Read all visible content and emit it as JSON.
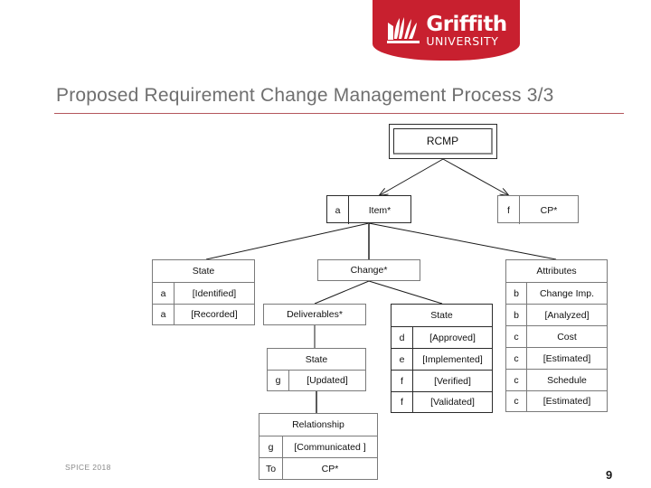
{
  "header": {
    "logo": {
      "name": "Griffith",
      "subtitle": "UNIVERSITY",
      "color": "#C8202F",
      "icon": "griffith-book-flame-logo"
    }
  },
  "title": {
    "text": "Proposed Requirement Change Management Process 3/3",
    "color": "#6f6f6f",
    "rule_color": "#b4575c"
  },
  "footer": {
    "conference": "SPICE 2018",
    "page_number": "9"
  },
  "diagram": {
    "type": "tree",
    "root": {
      "id": "rcmp",
      "label": "RCMP"
    },
    "nodes": [
      {
        "id": "item",
        "header": null,
        "rows": [
          {
            "key": "a",
            "value": "Item*"
          }
        ],
        "border": "black"
      },
      {
        "id": "cp-top",
        "header": null,
        "rows": [
          {
            "key": "f",
            "value": "CP*"
          }
        ],
        "border": "gray"
      },
      {
        "id": "state-left",
        "header": "State",
        "rows": [
          {
            "key": "a",
            "value": "[Identified]"
          },
          {
            "key": "a",
            "value": "[Recorded]"
          }
        ],
        "border": "gray"
      },
      {
        "id": "change",
        "header": "Change*",
        "rows": [],
        "border": "gray"
      },
      {
        "id": "attributes",
        "header": "Attributes",
        "rows": [
          {
            "key": "b",
            "value": "Change Imp."
          },
          {
            "key": "b",
            "value": "[Analyzed]"
          },
          {
            "key": "c",
            "value": "Cost"
          },
          {
            "key": "c",
            "value": "[Estimated]"
          },
          {
            "key": "c",
            "value": "Schedule"
          },
          {
            "key": "c",
            "value": "[Estimated]"
          }
        ],
        "border": "gray"
      },
      {
        "id": "deliverables",
        "header": "Deliverables*",
        "rows": [],
        "border": "gray"
      },
      {
        "id": "state-right",
        "header": "State",
        "rows": [
          {
            "key": "d",
            "value": "[Approved]"
          },
          {
            "key": "e",
            "value": "[Implemented]"
          },
          {
            "key": "f",
            "value": "[Verified]"
          },
          {
            "key": "f",
            "value": "[Validated]"
          }
        ],
        "border": "black"
      },
      {
        "id": "state-deliverables",
        "header": "State",
        "rows": [
          {
            "key": "g",
            "value": "[Updated]"
          }
        ],
        "border": "gray"
      },
      {
        "id": "relationship",
        "header": "Relationship",
        "rows": [
          {
            "key": "g",
            "value": "[Communicated ]"
          },
          {
            "key": "To",
            "value": "CP*"
          }
        ],
        "border": "gray"
      }
    ],
    "edges": [
      {
        "from": "rcmp",
        "to": "item",
        "arrow": true
      },
      {
        "from": "rcmp",
        "to": "cp-top",
        "arrow": true
      },
      {
        "from": "item",
        "to": "state-left",
        "arrow": false
      },
      {
        "from": "item",
        "to": "change",
        "arrow": false
      },
      {
        "from": "item",
        "to": "attributes",
        "arrow": false
      },
      {
        "from": "change",
        "to": "deliverables",
        "arrow": false
      },
      {
        "from": "change",
        "to": "state-right",
        "arrow": false
      },
      {
        "from": "deliverables",
        "to": "state-deliverables",
        "arrow": false
      },
      {
        "from": "state-deliverables",
        "to": "relationship",
        "arrow": false
      }
    ]
  }
}
